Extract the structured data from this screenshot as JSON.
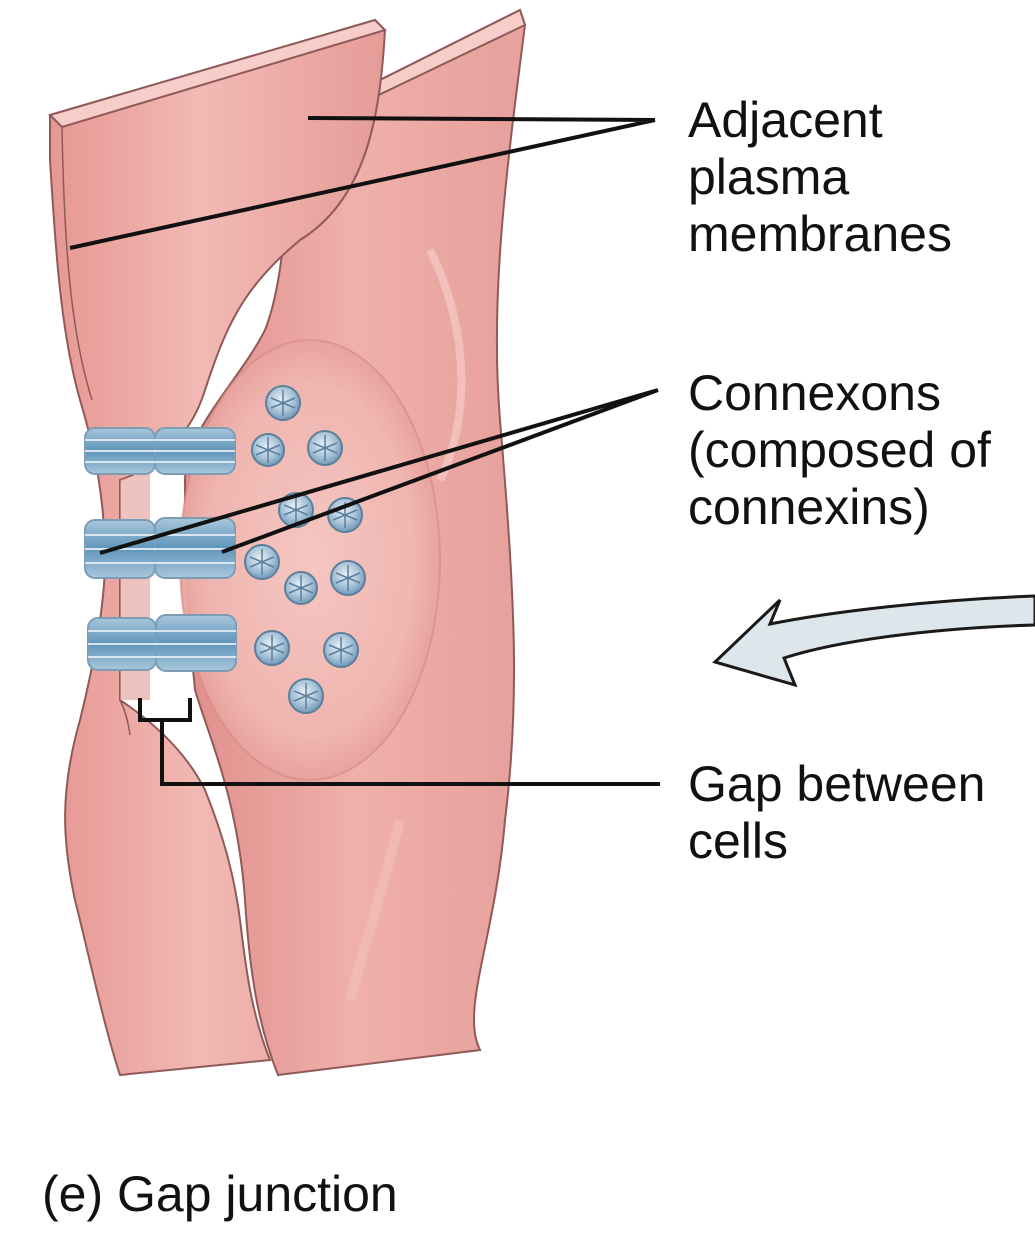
{
  "labels": {
    "adjacent_membranes": [
      "Adjacent",
      "plasma",
      "membranes"
    ],
    "connexons": [
      "Connexons",
      "(composed of",
      "connexins)"
    ],
    "gap_between_cells": [
      "Gap between",
      "cells"
    ]
  },
  "caption": "(e) Gap junction",
  "colors": {
    "membrane_front": "#eba7a2",
    "membrane_back": "#e79a95",
    "membrane_edge": "#f6cdc8",
    "membrane_outline": "#8f5a58",
    "connexon_blue": "#6ea1c4",
    "connexon_light": "#c9d9e4",
    "arrow_fill": "#dde6ea",
    "leader_line": "#111111"
  }
}
